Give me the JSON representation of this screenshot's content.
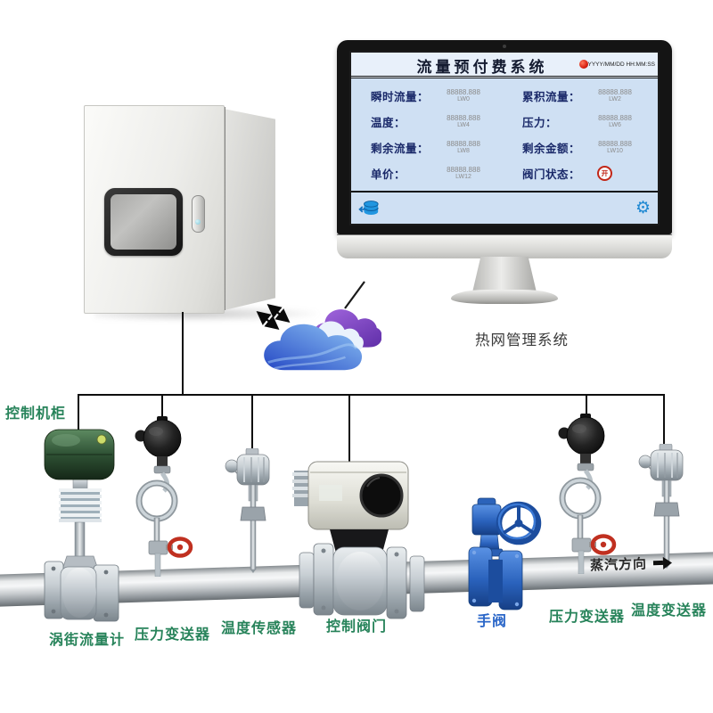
{
  "hmi": {
    "title": "流量预付费系统",
    "datetime": "YYYY/MM/DD HH:MM:SS",
    "fields": [
      {
        "label": "瞬时流量：",
        "value": "88888.888",
        "tag": "LW0"
      },
      {
        "label": "累积流量：",
        "value": "88888.888",
        "tag": "LW2"
      },
      {
        "label": "温度：",
        "value": "88888.888",
        "tag": "LW4"
      },
      {
        "label": "压力：",
        "value": "88888.888",
        "tag": "LW6"
      },
      {
        "label": "剩余流量：",
        "value": "88888.888",
        "tag": "LW8"
      },
      {
        "label": "剩余金额：",
        "value": "88888.888",
        "tag": "LW10"
      },
      {
        "label": "单价：",
        "value": "88888.888",
        "tag": "LW12"
      },
      {
        "label": "阀门状态：",
        "valve_status": "开"
      }
    ],
    "footer": {
      "gear_glyph": "⚙"
    }
  },
  "caption": "热网管理系统",
  "diagram": {
    "cabinet_label": "控制机柜",
    "steam_label": "蒸汽方向",
    "instruments": [
      {
        "label": "涡街流量计"
      },
      {
        "label": "压力变送器"
      },
      {
        "label": "温度传感器"
      },
      {
        "label": "控制阀门"
      },
      {
        "label": "手阀"
      },
      {
        "label": "压力变送器"
      },
      {
        "label": "温度变送器"
      }
    ]
  },
  "icons": {
    "footer_left": "database-arrow-icon",
    "footer_right": "gear-icon",
    "titlebar": "alarm-indicator-dot",
    "valve_status": "red-circle-badge",
    "steam": "right-arrow-icon"
  },
  "colors": {
    "label_green": "#27835a",
    "label_blue": "#2a66c8",
    "hmi_label_navy": "#1b2a6a",
    "screen_bg": "#cfe0f3",
    "titlebar_bg": "#e8f0fa",
    "indicator_red": "#d81f10",
    "valve_badge_red": "#c22718",
    "icon_blue": "#1e88d2",
    "cloud_blue": "#2a50c8",
    "cloud_purple": "#6f3ab8",
    "flowmeter_green": "#2e5134",
    "valve_blue": "#2a62bc",
    "pipe_silver": "#c6cacd"
  }
}
